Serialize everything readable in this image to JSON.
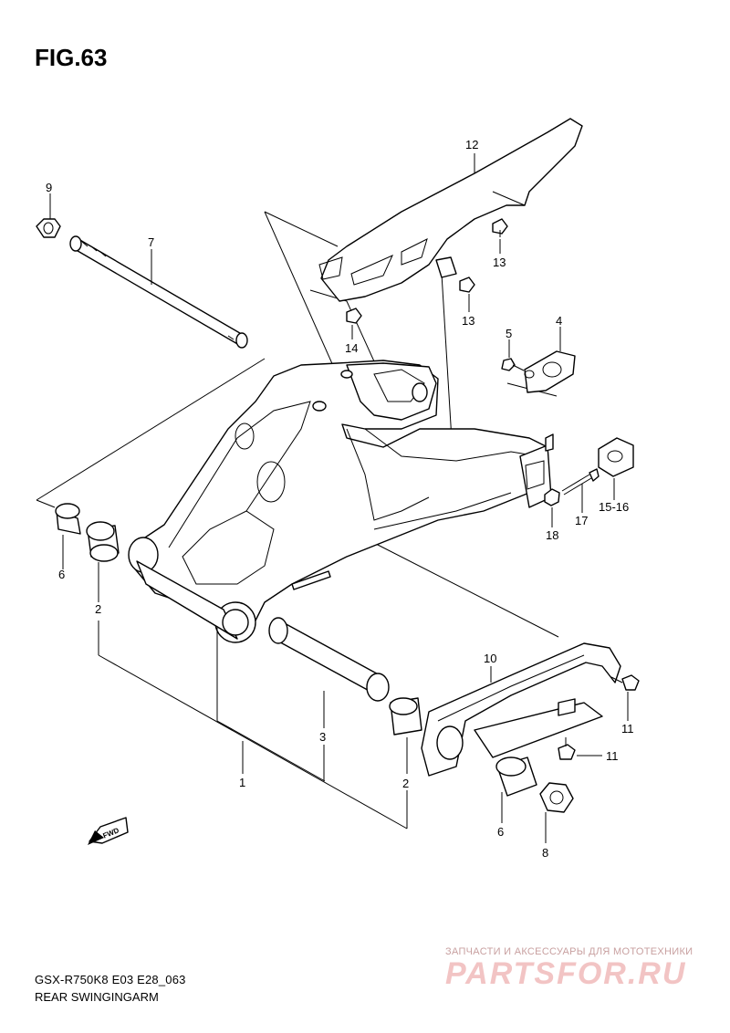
{
  "figure": {
    "title": "FIG.63",
    "model_code": "GSX-R750K8 E03 E28_063",
    "section_title": "REAR SWINGINGARM",
    "fwd_label": "FWD"
  },
  "watermark": {
    "tagline": "ЗАПЧАСТИ И АКСЕССУАРЫ ДЛЯ МОТОТЕХНИКИ",
    "logo": "PARTSFOR.RU"
  },
  "callouts": {
    "c1": "1",
    "c2a": "2",
    "c2b": "2",
    "c3": "3",
    "c4": "4",
    "c5": "5",
    "c6a": "6",
    "c6b": "6",
    "c7": "7",
    "c8": "8",
    "c9": "9",
    "c10": "10",
    "c11a": "11",
    "c11b": "11",
    "c12": "12",
    "c13a": "13",
    "c13b": "13",
    "c14": "14",
    "c15_16": "15-16",
    "c17": "17",
    "c18": "18"
  }
}
